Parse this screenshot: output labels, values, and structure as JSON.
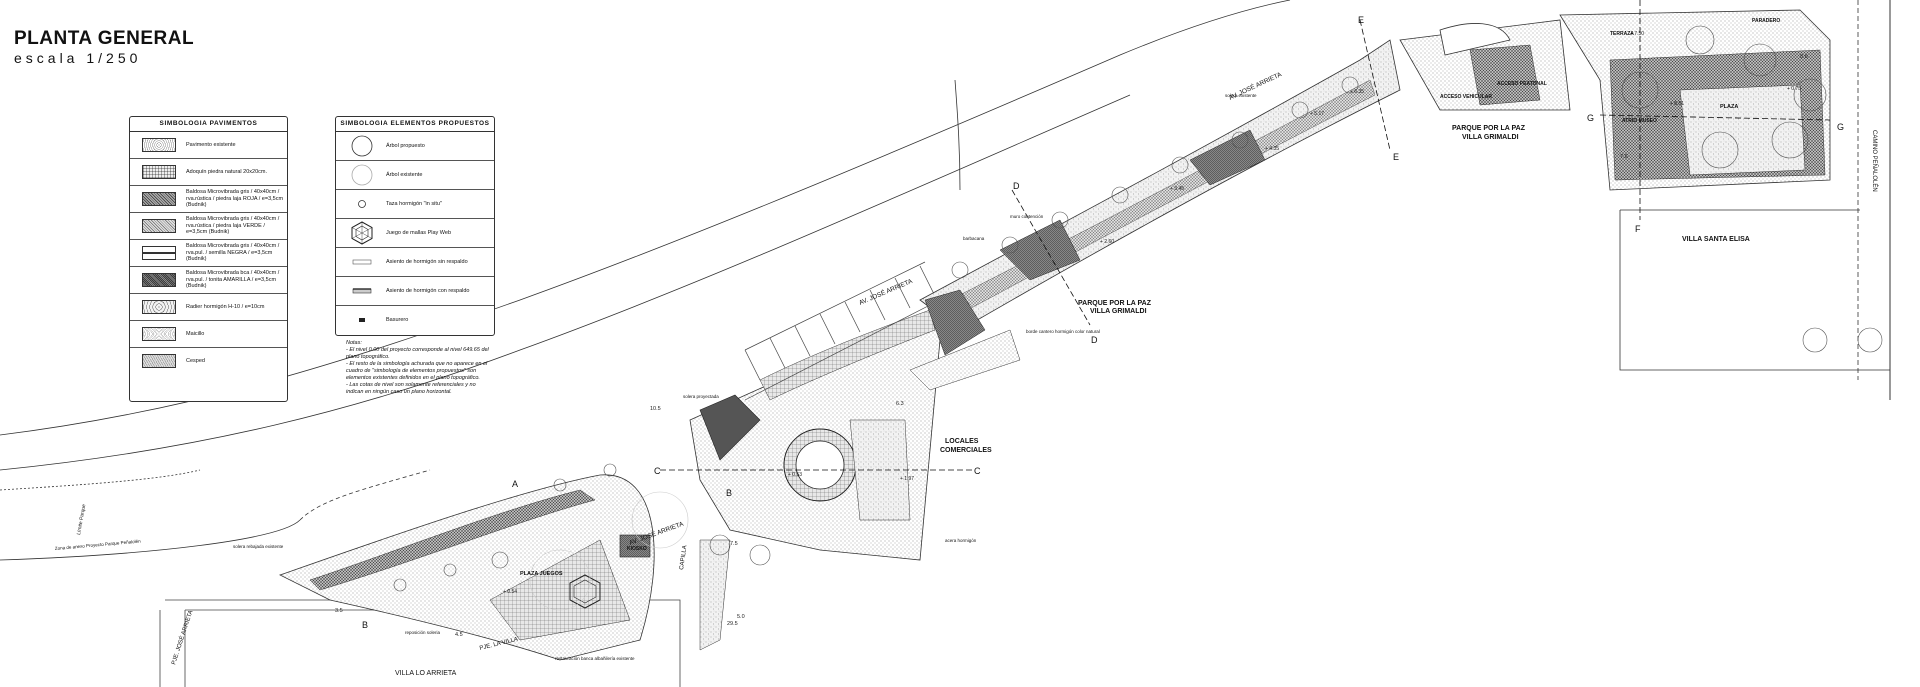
{
  "title": "PLANTA GENERAL",
  "scale": "escala 1/250",
  "legend_pavements": {
    "heading": "SIMBOLOGIA PAVIMENTOS",
    "items": [
      {
        "label": "Pavimento existente",
        "pattern": "dots-light"
      },
      {
        "label": "Adoquín piedra natural 20x20cm.",
        "pattern": "grid-small"
      },
      {
        "label": "Baldosa Microvibrada gris / 40x40cm / rva.rústica / piedra laja ROJA / e=3,5cm (Budnik)",
        "pattern": "cross-dark"
      },
      {
        "label": "Baldosa Microvibrada gris / 40x40cm / rva.rústica / piedra laja VERDE / e=3,5cm (Budnik)",
        "pattern": "cross-mid"
      },
      {
        "label": "Baldosa Microvibrada gris / 40x40cm / rva.pul. / semilla NEGRA / e=3,5cm (Budnik)",
        "pattern": "lines"
      },
      {
        "label": "Baldosa Microvibrada bca / 40x40cm / rva.pul. / tonita AMARILLA / e=3,5cm (Budnik)",
        "pattern": "cross-dense"
      },
      {
        "label": "Radier hormigón H-10 / e=10cm",
        "pattern": "speckle"
      },
      {
        "label": "Maicillo",
        "pattern": "dots-fine"
      },
      {
        "label": "Cesped",
        "pattern": "grass"
      }
    ]
  },
  "legend_elements": {
    "heading": "SIMBOLOGIA ELEMENTOS PROPUESTOS",
    "items": [
      {
        "label": "Árbol propuesto",
        "icon": "tree-proposed-icon"
      },
      {
        "label": "Árbol existente",
        "icon": "tree-existing-icon"
      },
      {
        "label": "Taza hormigón \"in situ\"",
        "icon": "concrete-cup-icon"
      },
      {
        "label": "Juego de mallas Play Web",
        "icon": "play-web-icon"
      },
      {
        "label": "Asiento de hormigón sin respaldo",
        "icon": "bench-no-back-icon"
      },
      {
        "label": "Asiento de hormigón con respaldo",
        "icon": "bench-back-icon"
      },
      {
        "label": "Basurero",
        "icon": "trash-bin-icon"
      }
    ]
  },
  "notes": {
    "heading": "Notas:",
    "lines": [
      "- El nivel 0.00 del proyecto corresponde al nivel 649.65 del plano topográfico.",
      "- El resto de la simbología achurada que no aparece en el cuadro de \"simbología de elementos propuestos\" son elementos existentes definidos en el plano topográfico.",
      "- Las cotas de nivel son solamente referenciales y no indican en ningún caso un plano horizontal."
    ]
  },
  "labels": {
    "av_jose_arrieta_1": "AV. JOSÉ ARRIETA",
    "av_jose_arrieta_2": "AV. JOSÉ ARRIETA",
    "av_jose_arrieta_3": "AV. JOSÉ ARRIETA",
    "pje_jose_arrieta": "PJE. JOSÉ ARRIETA",
    "pje_la_villa": "PJE. LA VILLA",
    "villa_lo_arrieta": "VILLA LO ARRIETA",
    "capilla": "CAPILLA",
    "locales": "LOCALES",
    "comerciales": "COMERCIALES",
    "parque_1a": "PARQUE POR LA PAZ",
    "parque_1b": "VILLA GRIMALDI",
    "parque_2a": "PARQUE POR LA PAZ",
    "parque_2b": "VILLA GRIMALDI",
    "villa_santa_elisa": "VILLA SANTA ELISA",
    "camino_penalolen": "CAMINO PEÑALOLÉN",
    "plaza_juegos": "PLAZA JUEGOS",
    "plaza": "PLAZA",
    "acceso_vehicular": "ACCESO VEHICULAR",
    "acceso_peatonal": "ACCESO PEATONAL",
    "terraza": "TERRAZA",
    "paradero": "PARADERO",
    "kiosko": "KIOSKO",
    "atrio_museo": "ATRIO MUSEO",
    "zona_anexo": "Zona de anexo Proyecto Parque Peñalolén",
    "limite_parque": "Límite Parque",
    "solera_rebajada": "solera rebajada existente",
    "muro_contencion": "muro contención",
    "barbacana": "barbacana",
    "solera_existente": "solera existente",
    "solera_proyectada": "solera proyectada",
    "reposicion_soleria": "reposición soleria",
    "restauracion_banca": "restauración banca albañilería existente",
    "acera_hormigon": "acera hormigón",
    "borde_cantero": "borde cantero hormigón color natural"
  },
  "section_marks": [
    "A",
    "B",
    "C",
    "D",
    "E",
    "F",
    "G"
  ],
  "level_marks": [
    "+ 0.53",
    "+ 1.97",
    "+ 2.60",
    "+ 3.45",
    "+ 4.35",
    "+ 5.17",
    "+ 6.35",
    "+ 7.50",
    "+ 8.51",
    "+ 0.54",
    "+ 0.75"
  ],
  "dimensions": [
    "10.5",
    "6.3",
    "7.5",
    "3.5",
    "4.5",
    "5.0",
    "7.6",
    "8.6",
    "29.5"
  ]
}
